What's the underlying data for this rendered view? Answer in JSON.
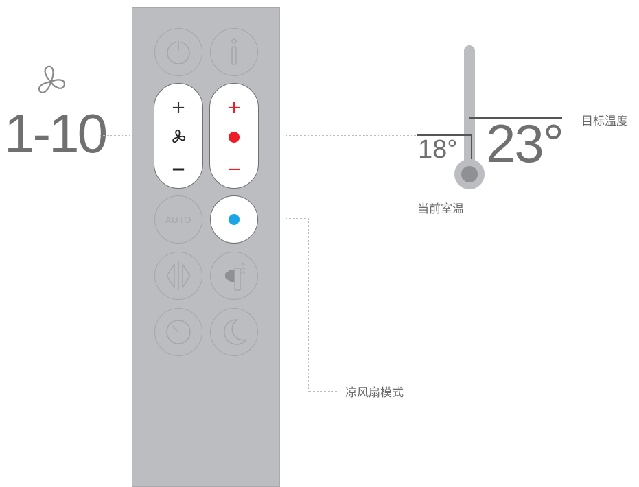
{
  "fan_speed": {
    "range_text": "1-10",
    "icon": "fan-icon"
  },
  "remote": {
    "buttons": {
      "power": {
        "icon": "power-icon"
      },
      "info": {
        "icon": "info-icon"
      },
      "fan_speed_control": {
        "plus": "+",
        "minus": "−",
        "icon": "fan-icon"
      },
      "temperature_control": {
        "plus": "+",
        "minus": "−",
        "indicator_color": "#ef1c25"
      },
      "auto": {
        "label": "AUTO"
      },
      "cooling_mode": {
        "indicator_color": "#1aa6e6"
      },
      "oscillation": {
        "icon": "oscillation-icon"
      },
      "airflow_direction": {
        "icon": "airflow-direction-icon"
      },
      "timer": {
        "icon": "timer-icon"
      },
      "night_mode": {
        "icon": "moon-icon"
      }
    }
  },
  "thermostat": {
    "current_temp": "18°",
    "target_temp": "23°",
    "current_label": "当前室温",
    "target_label": "目标温度"
  },
  "cool_mode_label": "凉风扇模式",
  "colors": {
    "remote_body": "#bcbdc1",
    "thermometer": "#bcbdc1",
    "red": "#ef1c25",
    "blue": "#1aa6e6"
  }
}
